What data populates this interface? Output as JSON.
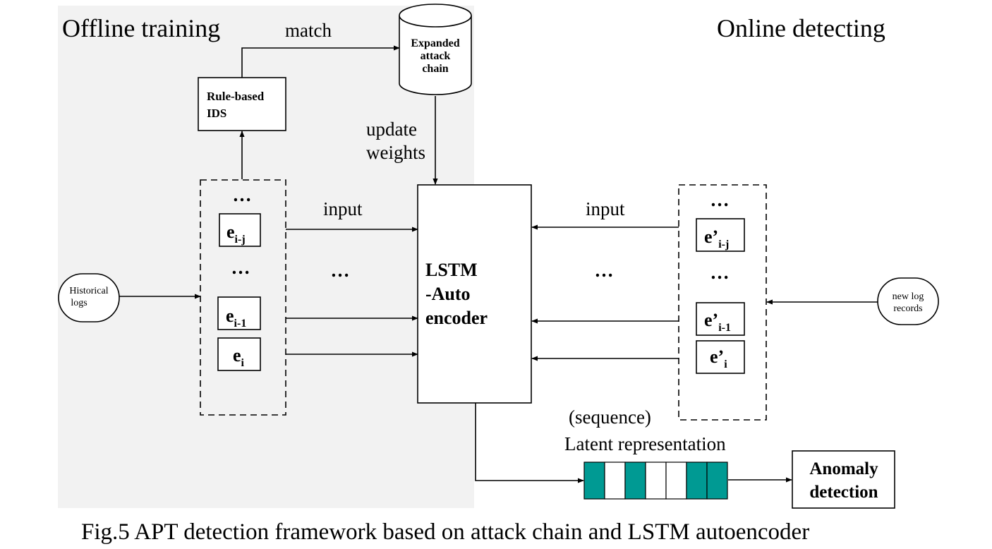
{
  "panels": {
    "offline_title": "Offline training",
    "online_title": "Online detecting"
  },
  "labels": {
    "match": "match",
    "update": "update",
    "weights": "weights",
    "input_left": "input",
    "input_right": "input",
    "ellipsis_mid_left": "…",
    "ellipsis_mid_right": "…",
    "sequence": "(sequence)",
    "latent": "Latent representation"
  },
  "nodes": {
    "expanded_chain": [
      "Expanded",
      "attack",
      "chain"
    ],
    "rule_ids": [
      "Rule-based",
      "IDS"
    ],
    "lstm": [
      "LSTM",
      "-Auto",
      "encoder"
    ],
    "historical_logs": [
      "Historical",
      "logs"
    ],
    "new_log_records": [
      "new log",
      "records"
    ],
    "anomaly": [
      "Anomaly",
      "detection"
    ]
  },
  "sequence_left": {
    "dots_top": "…",
    "dots_mid": "…",
    "e_ij": {
      "base": "e",
      "sub": "i-j"
    },
    "e_i1": {
      "base": "e",
      "sub": "i-1"
    },
    "e_i": {
      "base": "e",
      "sub": "i"
    }
  },
  "sequence_right": {
    "dots_top": "…",
    "dots_mid": "…",
    "e_ij": {
      "base": "e’",
      "sub": "i-j"
    },
    "e_i1": {
      "base": "e’",
      "sub": "i-1"
    },
    "e_i": {
      "base": "e’",
      "sub": "i"
    }
  },
  "latent_cells": [
    true,
    false,
    true,
    false,
    false,
    true,
    true
  ],
  "colors": {
    "offline_panel": "#f2f2f2",
    "latent_fill": "#009a93"
  },
  "caption": "Fig.5 APT detection framework based on attack chain and LSTM autoencoder"
}
